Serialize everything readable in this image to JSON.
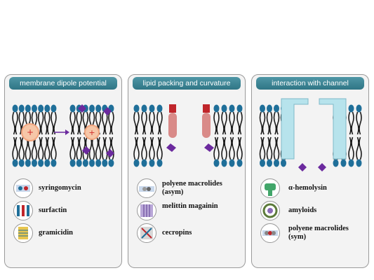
{
  "panels": [
    {
      "title": "membrane dipole potential",
      "items": [
        {
          "label": "syringomycin",
          "icon": "syringomycin-icon"
        },
        {
          "label": "surfactin",
          "icon": "surfactin-icon"
        },
        {
          "label": "gramicidin",
          "icon": "gramicidin-icon"
        }
      ]
    },
    {
      "title": "lipid packing and curvature",
      "items": [
        {
          "label": "polyene macrolides (asym)",
          "icon": "polyene-asym-icon"
        },
        {
          "label": "melittin magainin",
          "icon": "melittin-icon"
        },
        {
          "label": "cecropins",
          "icon": "cecropins-icon"
        }
      ]
    },
    {
      "title": "interaction with channel",
      "items": [
        {
          "label": "α-hemolysin",
          "icon": "alpha-hemolysin-icon"
        },
        {
          "label": "amyloids",
          "icon": "amyloids-icon"
        },
        {
          "label": "polyene macrolides (sym)",
          "icon": "polyene-sym-icon"
        }
      ]
    }
  ],
  "colors": {
    "headgroup": "#1f6f99",
    "tail": "#1a1a1a",
    "dipole": "#f6c7a8",
    "marker": "#6b2a9e",
    "peptide": "#d98a88",
    "peptide_cap": "#c0262b",
    "channel": "#b7e3ec"
  }
}
